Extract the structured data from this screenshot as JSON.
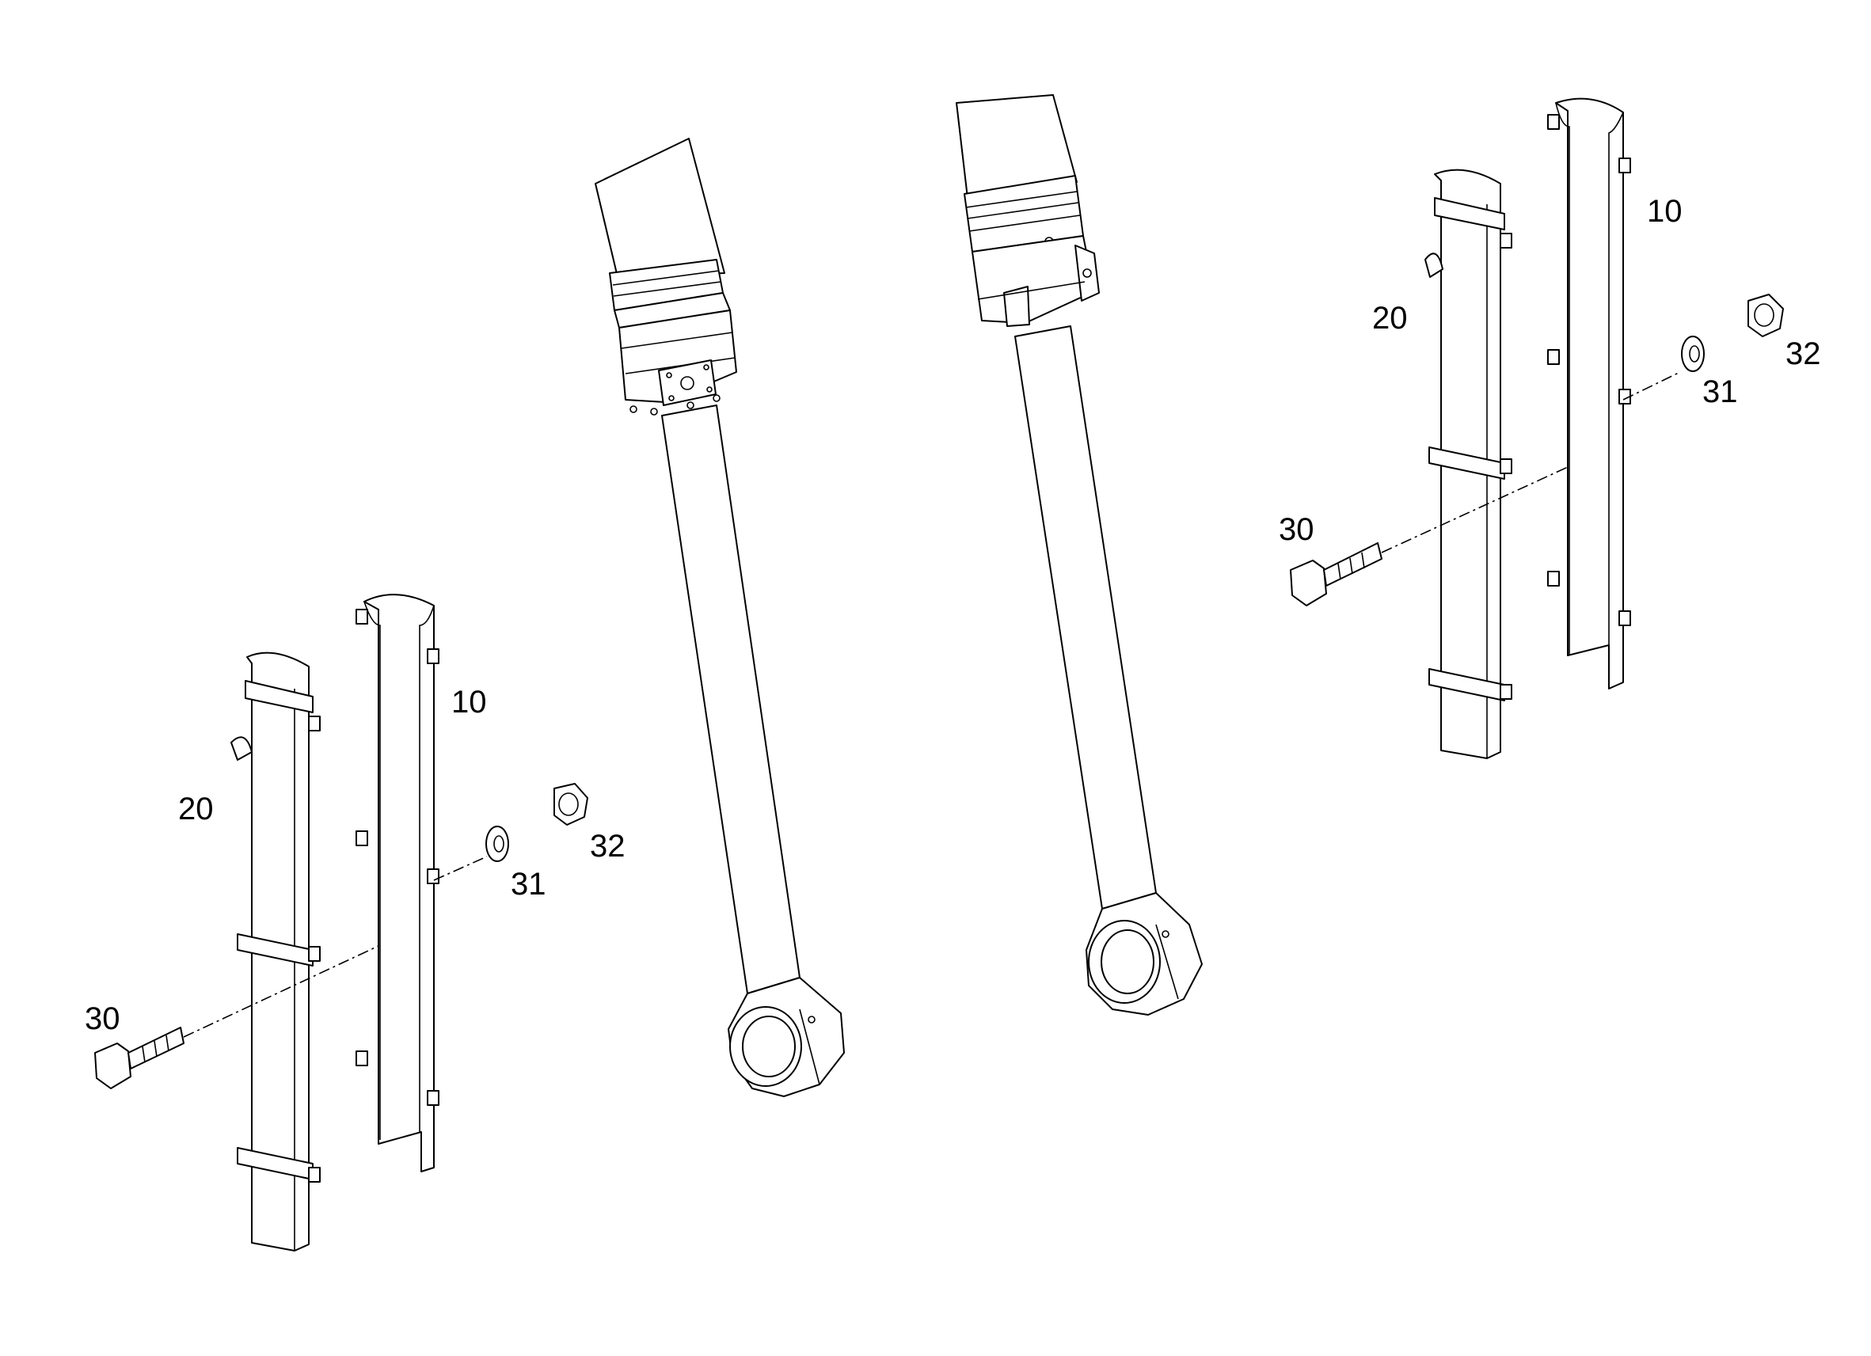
{
  "labels": {
    "left_10": "10",
    "left_20": "20",
    "left_30": "30",
    "left_31": "31",
    "left_32": "32",
    "right_10": "10",
    "right_20": "20",
    "right_30": "30",
    "right_31": "31",
    "right_32": "32"
  },
  "colors": {
    "line": "#000000",
    "background": "#ffffff"
  }
}
